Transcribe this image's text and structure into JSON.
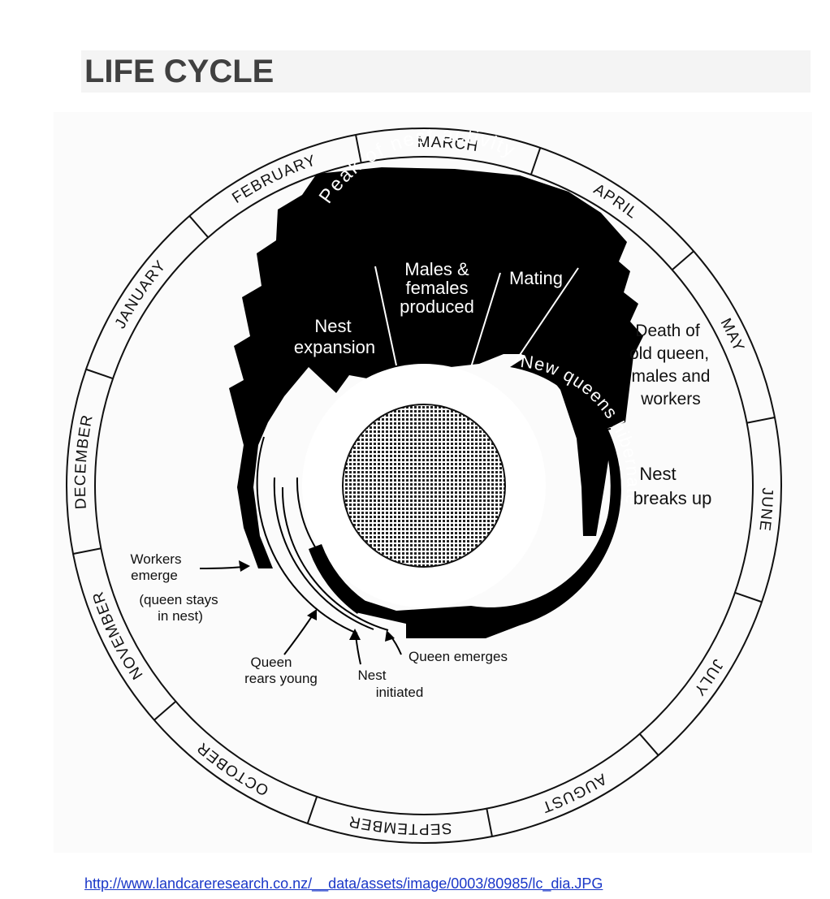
{
  "title": "LIFE CYCLE",
  "months": [
    "JANUARY",
    "FEBRUARY",
    "MARCH",
    "APRIL",
    "MAY",
    "JUNE",
    "JULY",
    "AUGUST",
    "SEPTEMBER",
    "OCTOBER",
    "NOVEMBER",
    "DECEMBER"
  ],
  "labels": {
    "peak": "Peak of nest activity",
    "males_l1": "Males &",
    "males_l2": "females",
    "males_l3": "produced",
    "mating": "Mating",
    "nest_exp_l1": "Nest",
    "nest_exp_l2": "expansion",
    "new_queens": "New queens hibernate",
    "death_l1": "Death of",
    "death_l2": "old queen,",
    "death_l3": "males and",
    "death_l4": "workers",
    "breaks_l1": "Nest",
    "breaks_l2": "breaks up",
    "workers_l1": "Workers",
    "workers_l2": "emerge",
    "stays_l1": "(queen stays",
    "stays_l2": "in nest)",
    "rears_l1": "Queen",
    "rears_l2": "rears  young",
    "initiated_l1": "Nest",
    "initiated_l2": "initiated",
    "queen_emerges": "Queen  emerges"
  },
  "source_url": "http://www.landcareresearch.co.nz/__data/assets/image/0003/80985/lc_dia.JPG"
}
